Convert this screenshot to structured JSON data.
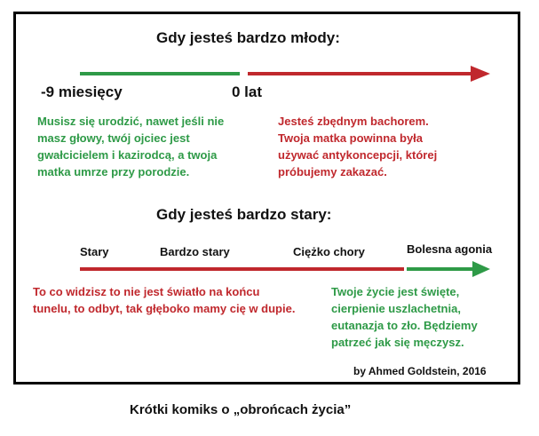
{
  "colors": {
    "green": "#2e9a47",
    "red": "#c0282d"
  },
  "panel_young": {
    "title": "Gdy jesteś bardzo młody:",
    "label_left": "-9 miesięcy",
    "label_mid": "0 lat",
    "green_text": "Musisz się urodzić, nawet jeśli nie masz głowy, twój ojciec jest gwałcicielem i kazirodcą, a twoja matka umrze przy porodzie.",
    "red_text": "Jesteś zbędnym bachorem. Twoja matka powinna była używać antykoncepcji, której próbujemy zakazać."
  },
  "panel_old": {
    "title": "Gdy jesteś bardzo stary:",
    "label_1": "Stary",
    "label_2": "Bardzo stary",
    "label_3": "Ciężko chory",
    "label_4": "Bolesna agonia",
    "red_text": "To co widzisz to nie jest światło na końcu tunelu, to odbyt, tak głęboko mamy cię w dupie.",
    "green_text": "Twoje życie jest święte, cierpienie uszlachetnia, eutanazja to zło. Będziemy patrzeć jak się męczysz."
  },
  "signature": "by Ahmed Goldstein, 2016",
  "caption": "Krótki komiks o „obrońcach życia”"
}
